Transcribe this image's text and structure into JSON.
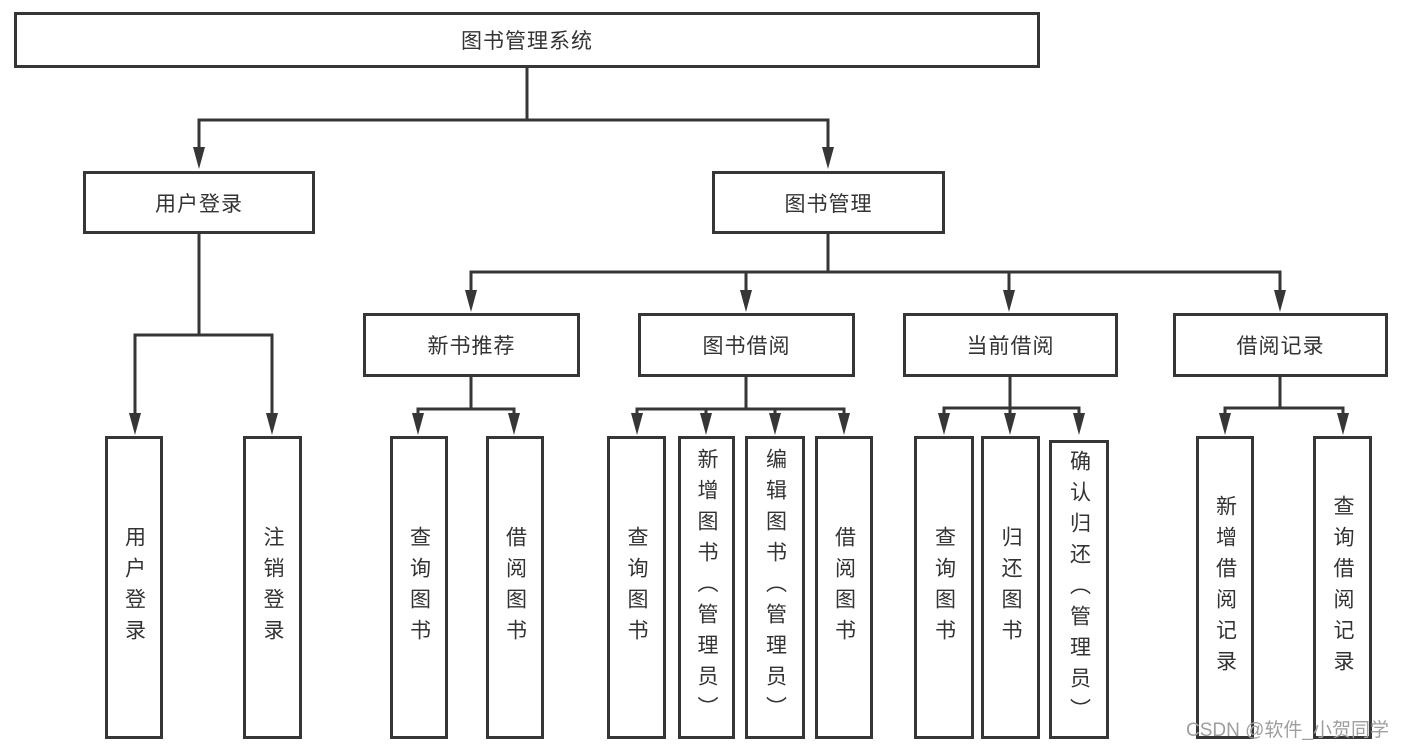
{
  "diagram_title": "图书管理系统",
  "nodes": {
    "root": {
      "label": "图书管理系统"
    },
    "user_login": {
      "label": "用户登录"
    },
    "book_management": {
      "label": "图书管理"
    },
    "login_action": {
      "label": "用户登录"
    },
    "logout_action": {
      "label": "注销登录"
    },
    "new_book_recommend": {
      "label": "新书推荐"
    },
    "book_borrowing": {
      "label": "图书借阅"
    },
    "current_borrowing": {
      "label": "当前借阅"
    },
    "borrowing_records": {
      "label": "借阅记录"
    },
    "nbr_query_books": {
      "label": "查询图书"
    },
    "nbr_borrow_books": {
      "label": "借阅图书"
    },
    "bb_query_books": {
      "label": "查询图书"
    },
    "bb_add_books": {
      "label": "新增图书（管理员）"
    },
    "bb_edit_books": {
      "label": "编辑图书（管理员）"
    },
    "bb_borrow_books": {
      "label": "借阅图书"
    },
    "cb_query_books": {
      "label": "查询图书"
    },
    "cb_return_books": {
      "label": "归还图书"
    },
    "cb_confirm_return": {
      "label": "确认归还（管理员）"
    },
    "br_add_record": {
      "label": "新增借阅记录"
    },
    "br_query_record": {
      "label": "查询借阅记录"
    }
  },
  "hierarchy": {
    "root": [
      "user_login",
      "book_management"
    ],
    "user_login": [
      "login_action",
      "logout_action"
    ],
    "book_management": [
      "new_book_recommend",
      "book_borrowing",
      "current_borrowing",
      "borrowing_records"
    ],
    "new_book_recommend": [
      "nbr_query_books",
      "nbr_borrow_books"
    ],
    "book_borrowing": [
      "bb_query_books",
      "bb_add_books",
      "bb_edit_books",
      "bb_borrow_books"
    ],
    "current_borrowing": [
      "cb_query_books",
      "cb_return_books",
      "cb_confirm_return"
    ],
    "borrowing_records": [
      "br_add_record",
      "br_query_record"
    ]
  },
  "watermark": {
    "text": "CSDN @软件_小贺同学"
  },
  "colors": {
    "background": "#ffffff",
    "box_border": "#363636",
    "connector_line": "#363636",
    "text": "#333333",
    "watermark_text": "#9e9e9e"
  }
}
